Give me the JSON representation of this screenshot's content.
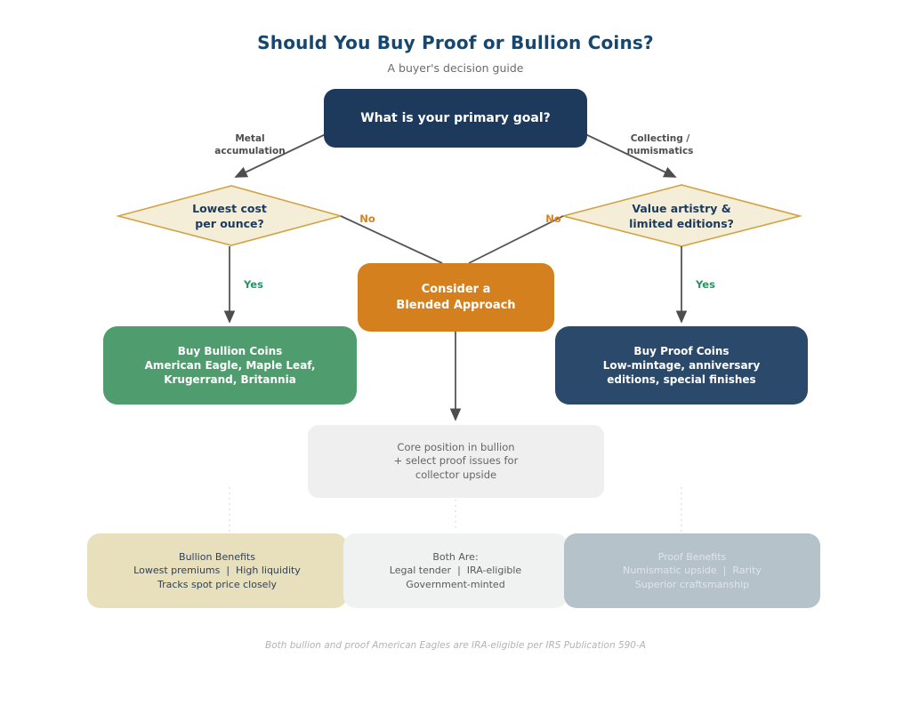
{
  "page": {
    "title": "Should You Buy Proof or Bullion Coins?",
    "subtitle": "A buyer's decision guide",
    "footnote": "Both bullion and proof American Eagles are IRA-eligible per IRS Publication 590-A"
  },
  "flow": {
    "root_question": "What is your primary goal?",
    "branch_left_label": "Metal\naccumulation",
    "branch_right_label": "Collecting /\nnumismatics",
    "decision_left": "Lowest cost\nper ounce?",
    "decision_right": "Value artistry &\nlimited editions?",
    "edge_no_left": "No",
    "edge_no_right": "No",
    "edge_yes_left": "Yes",
    "edge_yes_right": "Yes",
    "blended": "Consider a\nBlended Approach",
    "result_bullion": "Buy Bullion Coins\nAmerican Eagle, Maple Leaf,\nKrugerrand, Britannia",
    "result_proof": "Buy Proof Coins\nLow-mintage, anniversary\neditions, special finishes",
    "blended_outcome": "Core position in bullion\n+ select proof issues for\ncollector upside"
  },
  "benefits": {
    "bullion": "Bullion Benefits\nLowest premiums  |  High liquidity\nTracks spot price closely",
    "both": "Both Are:\nLegal tender  |  IRA-eligible\nGovernment-minted",
    "proof": "Proof Benefits\nNumismatic upside  |  Rarity\nSuperior craftsmanship"
  },
  "colors": {
    "navy_dark": "#1d3a5c",
    "navy_medium": "#2b4a6b",
    "orange": "#d5801f",
    "green": "#4f9c6e",
    "diamond_fill": "#f4eed8",
    "diamond_border": "#d2a344",
    "tan_panel": "#e8dfbc",
    "gray_panel": "#efefef",
    "lightgray_panel": "#f0f2f1",
    "bluegray_panel": "#b6c2ca",
    "yes_green": "#2e9166",
    "no_orange": "#d8821f",
    "title_navy": "#17466f"
  }
}
